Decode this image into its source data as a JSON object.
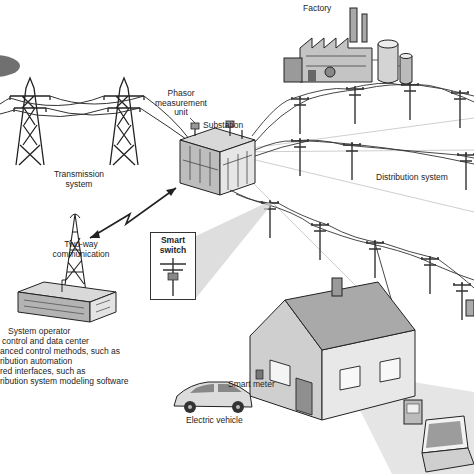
{
  "diagram": {
    "nodes": [
      {
        "text": [
          "Smart switch"
        ]
      }
    ],
    "labels": [
      "Factory",
      "Phasor measurement unit",
      "Substation",
      "Transmission system",
      "Distribution system",
      "Two-way communication",
      "System operator",
      "control and data center",
      "anced control methods, such as",
      "ribution automation",
      "red interfaces, such as",
      "ribution system modeling software",
      "Smart meter",
      "Electric vehicle"
    ]
  }
}
